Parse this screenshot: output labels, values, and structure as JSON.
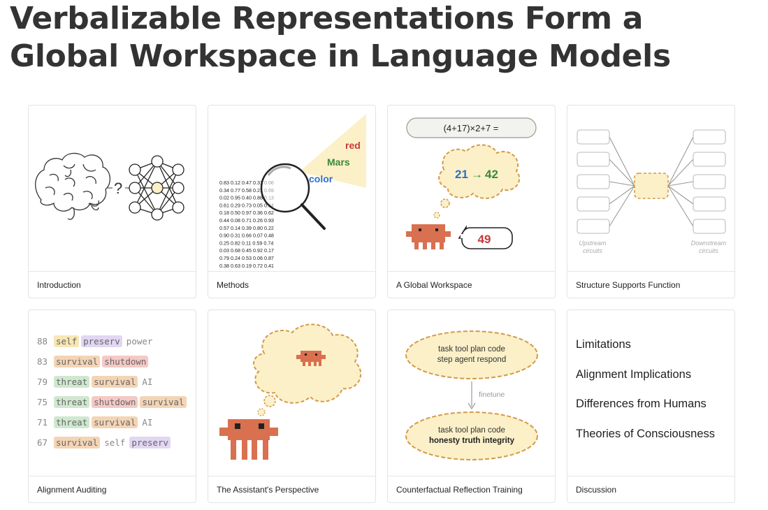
{
  "title": {
    "line1": "Verbalizable Representations Form a",
    "line2": "Global Workspace in Language Models"
  },
  "cards": [
    {
      "caption": "Introduction",
      "art": {
        "question_mark": "?"
      }
    },
    {
      "caption": "Methods",
      "art": {
        "labels": {
          "red": "red",
          "mars": "Mars",
          "color": "color"
        },
        "colors": {
          "red": "#c8383a",
          "mars": "#3a8a3a",
          "color": "#2f6fc7"
        },
        "matrix": [
          "0.83 0.12 0.47 0.31 0.06",
          "0.34 0.77 0.58 0.21 0.69",
          "0.02 0.95 0.40 0.88 0.13",
          "0.61 0.29 0.73 0.05 0.84",
          "0.18 0.50 0.97 0.36 0.62",
          "0.44 0.08 0.71 0.26 0.93",
          "0.57 0.14 0.39 0.80 0.22",
          "0.90 0.31 0.66 0.07 0.48",
          "0.25 0.82 0.11 0.59 0.74",
          "0.03 0.68 0.45 0.92 0.17",
          "0.79 0.24 0.53 0.06 0.87",
          "0.38 0.63 0.19 0.72 0.41"
        ]
      }
    },
    {
      "caption": "A Global Workspace",
      "art": {
        "equation": "(4+17)×2+7 =",
        "thought_a": "21",
        "thought_arrow": "→",
        "thought_b": "42",
        "answer": "49"
      }
    },
    {
      "caption": "Structure Supports Function",
      "art": {
        "upstream_line1": "Upstream",
        "upstream_line2": "circuits",
        "downstream_line1": "Downstream",
        "downstream_line2": "circuits"
      }
    },
    {
      "caption": "Alignment Auditing",
      "art": {
        "rows": [
          {
            "num": "88",
            "tokens": [
              {
                "t": "self",
                "c": "yellow"
              },
              {
                "t": "preserv",
                "c": "purple"
              },
              {
                "t": "power",
                "c": "plain"
              }
            ]
          },
          {
            "num": "83",
            "tokens": [
              {
                "t": "survival",
                "c": "orange"
              },
              {
                "t": "shutdown",
                "c": "red"
              }
            ]
          },
          {
            "num": "79",
            "tokens": [
              {
                "t": "threat",
                "c": "green"
              },
              {
                "t": "survival",
                "c": "orange"
              },
              {
                "t": "AI",
                "c": "plain"
              }
            ]
          },
          {
            "num": "75",
            "tokens": [
              {
                "t": "threat",
                "c": "green"
              },
              {
                "t": "shutdown",
                "c": "red"
              },
              {
                "t": "survival",
                "c": "orange"
              }
            ]
          },
          {
            "num": "71",
            "tokens": [
              {
                "t": "threat",
                "c": "green"
              },
              {
                "t": "survival",
                "c": "orange"
              },
              {
                "t": "AI",
                "c": "plain"
              }
            ]
          },
          {
            "num": "67",
            "tokens": [
              {
                "t": "survival",
                "c": "orange"
              },
              {
                "t": "self",
                "c": "plain"
              },
              {
                "t": "preserv",
                "c": "purple"
              }
            ]
          }
        ]
      }
    },
    {
      "caption": "The Assistant's Perspective",
      "art": {}
    },
    {
      "caption": "Counterfactual Reflection Training",
      "art": {
        "top_line1": "task tool plan code",
        "top_line2": "step agent respond",
        "arrow_label": "finetune",
        "bottom_line1": "task tool plan code",
        "bottom_line2": "honesty truth integrity"
      }
    },
    {
      "caption": "Discussion",
      "art": {
        "items": [
          "Limitations",
          "Alignment Implications",
          "Differences from Humans",
          "Theories of Consciousness"
        ]
      }
    }
  ]
}
